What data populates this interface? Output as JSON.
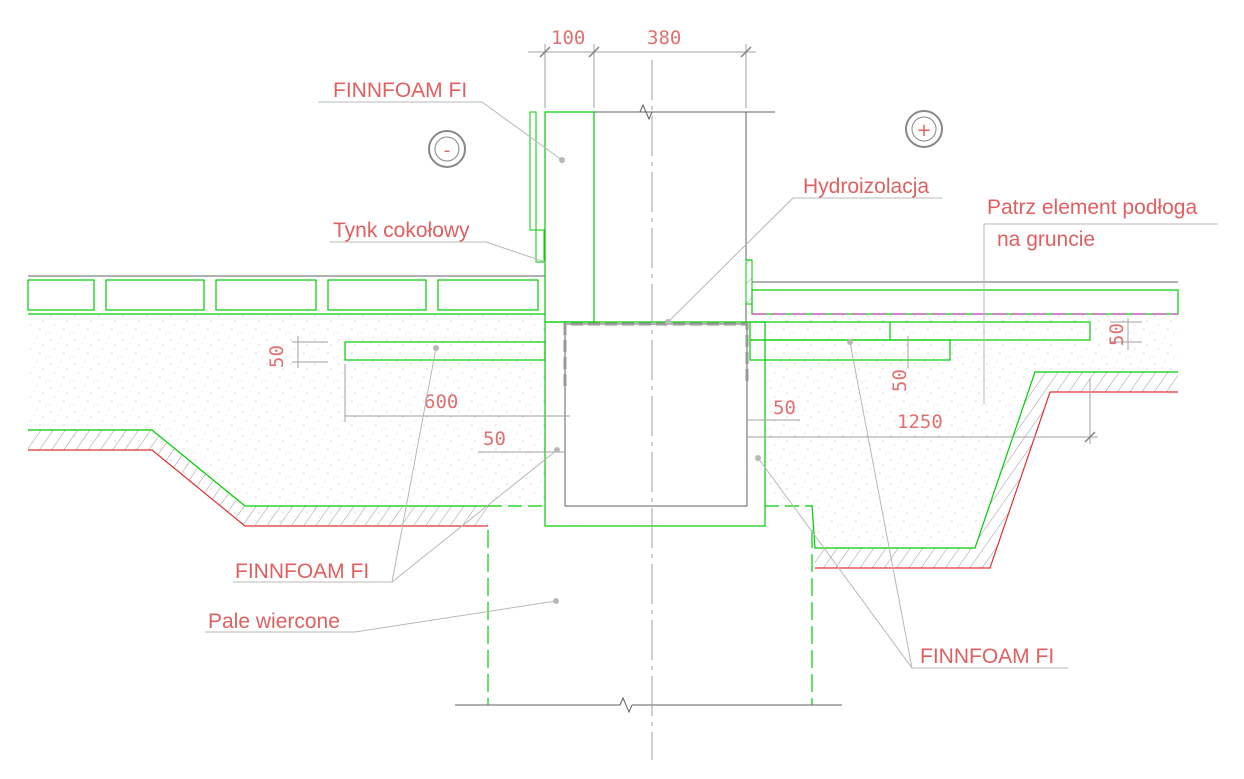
{
  "labels": {
    "insulation_top": "FINNFOAM FI",
    "plinth_plaster": "Tynk cokołowy",
    "waterproofing": "Hydroizolacja",
    "floor_ref_line1": "Patrz element podłoga",
    "floor_ref_line2": "na gruncie",
    "insulation_bottom_left": "FINNFOAM FI",
    "drilled_piles": "Pale wiercone",
    "insulation_bottom_right": "FINNFOAM FI"
  },
  "dimensions": {
    "d_100": "100",
    "d_380": "380",
    "d_50_left_vertical": "50",
    "d_600": "600",
    "d_50_left": "50",
    "d_50_right": "50",
    "d_50_right_vertical": "50",
    "d_1250": "1250",
    "d_50_far_right": "50"
  },
  "symbols": {
    "outside": "-",
    "inside": "+"
  },
  "colors": {
    "label_text": "#e06060",
    "insulation_fill": "#f5f07a",
    "outline_green": "#00cc00",
    "membrane_magenta": "#d040d0",
    "ground_red": "#dd3333"
  }
}
